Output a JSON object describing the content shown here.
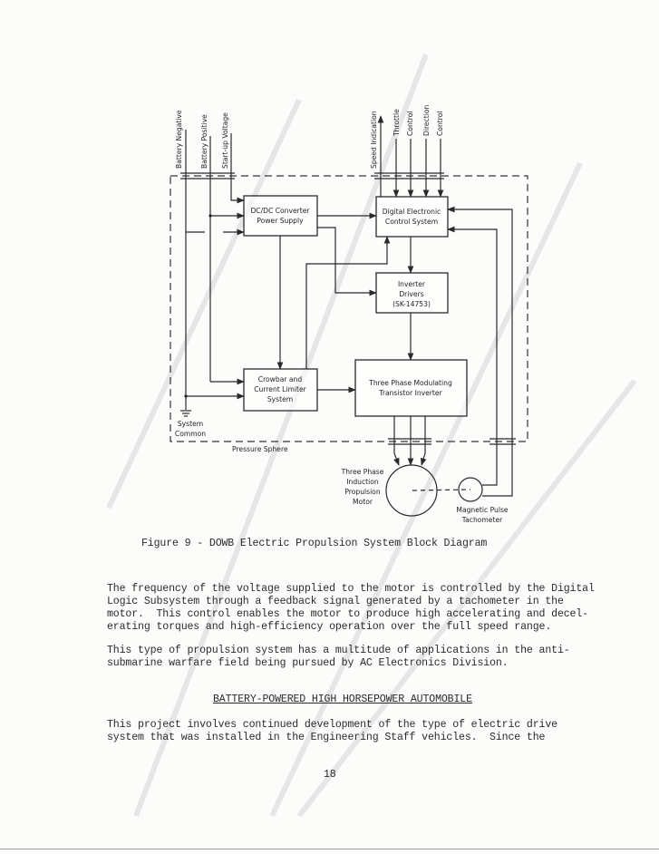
{
  "diagram": {
    "inputs": {
      "battery_negative": "Battery Negative",
      "battery_positive": "Battery Positive",
      "startup_voltage": "Start-up Voltage",
      "speed_indication": "Speed Indication",
      "throttle_1": "Throttle",
      "throttle_2": "Control",
      "direction_1": "Direction",
      "direction_2": "Control"
    },
    "blocks": {
      "dcdc_1": "DC/DC Converter",
      "dcdc_2": "Power Supply",
      "decs_1": "Digital Electronic",
      "decs_2": "Control System",
      "drivers_1": "Inverter",
      "drivers_2": "Drivers",
      "drivers_3": "(SK-14753)",
      "crowbar_1": "Crowbar and",
      "crowbar_2": "Current Limiter",
      "crowbar_3": "System",
      "inverter_1": "Three Phase Modulating",
      "inverter_2": "Transistor Inverter"
    },
    "labels": {
      "system_common_1": "System",
      "system_common_2": "Common",
      "pressure_sphere": "Pressure Sphere",
      "motor_1": "Three Phase",
      "motor_2": "Induction",
      "motor_3": "Propulsion",
      "motor_4": "Motor",
      "tach_1": "Magnetic Pulse",
      "tach_2": "Tachometer"
    }
  },
  "caption": "Figure 9 - DOWB Electric Propulsion System Block Diagram",
  "paragraphs": [
    [
      "The frequency of the voltage supplied to the motor is controlled by the Digital",
      "Logic Subsystem through a feedback signal generated by a tachometer in the",
      "motor.  This control enables the motor to produce high accelerating and decel-",
      "erating torques and high-efficiency operation over the full speed range."
    ],
    [
      "This type of propulsion system has a multitude of applications in the anti-",
      "submarine warfare field being pursued by AC Electronics Division."
    ]
  ],
  "heading": "BATTERY-POWERED HIGH HORSEPOWER AUTOMOBILE",
  "paragraph3": [
    "This project involves continued development of the type of electric drive",
    "system that was installed in the Engineering Staff vehicles.  Since the"
  ],
  "page_number": "18"
}
